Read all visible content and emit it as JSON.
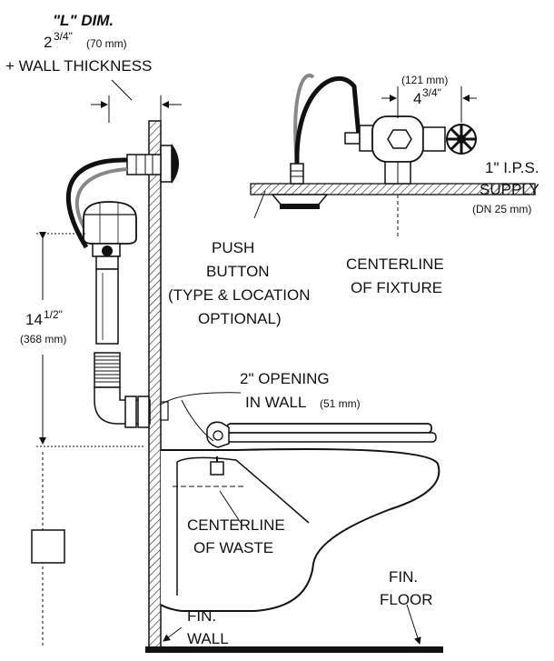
{
  "labels": {
    "l_dim": "\"L\"  DIM.",
    "l_dim_value_whole": "2",
    "l_dim_value_frac": "3/4\"",
    "l_dim_metric": "(70 mm)",
    "wall_thickness": "+ WALL  THICKNESS",
    "dim_121_metric": "(121 mm)",
    "dim_434_whole": "4",
    "dim_434_frac": "3/4\"",
    "supply_line1": "1\"  I.P.S.",
    "supply_line2": "SUPPLY",
    "supply_metric": "(DN  25 mm)",
    "push_line1": "PUSH",
    "push_line2": "BUTTON",
    "push_line3": "(TYPE & LOCATION",
    "push_line4": "OPTIONAL)",
    "centerline_fixture1": "CENTERLINE",
    "centerline_fixture2": "OF  FIXTURE",
    "height_whole": "14",
    "height_frac": "1/2\"",
    "height_metric": "(368 mm)",
    "opening_line1": "2\"  OPENING",
    "opening_line2": "IN  WALL",
    "opening_metric": "(51 mm)",
    "centerline_waste1": "CENTERLINE",
    "centerline_waste2": "OF  WASTE",
    "fin_floor1": "FIN.",
    "fin_floor2": "FLOOR",
    "fin_wall1": "FIN.",
    "fin_wall2": "WALL"
  }
}
